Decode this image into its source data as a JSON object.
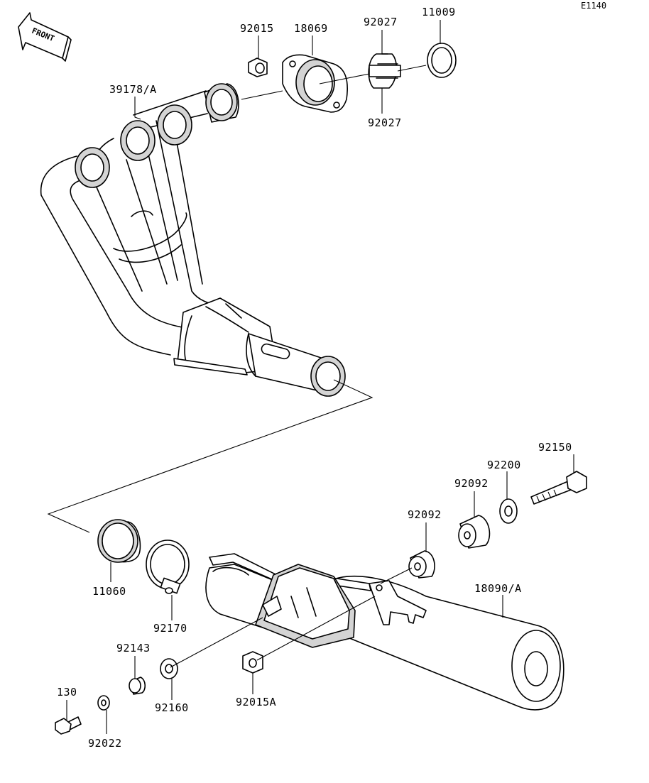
{
  "diagram": {
    "code": "E1140",
    "front_label": "FRONT",
    "labels": {
      "p92015": "92015",
      "p18069": "18069",
      "p92027_top": "92027",
      "p11009": "11009",
      "p92027_bottom": "92027",
      "p39178A": "39178/A",
      "p92150": "92150",
      "p92200": "92200",
      "p92092_right": "92092",
      "p92092_left": "92092",
      "p18090A": "18090/A",
      "p11060": "11060",
      "p92170": "92170",
      "p92143": "92143",
      "p92160": "92160",
      "p92015A": "92015A",
      "p130": "130",
      "p92022": "92022"
    }
  }
}
